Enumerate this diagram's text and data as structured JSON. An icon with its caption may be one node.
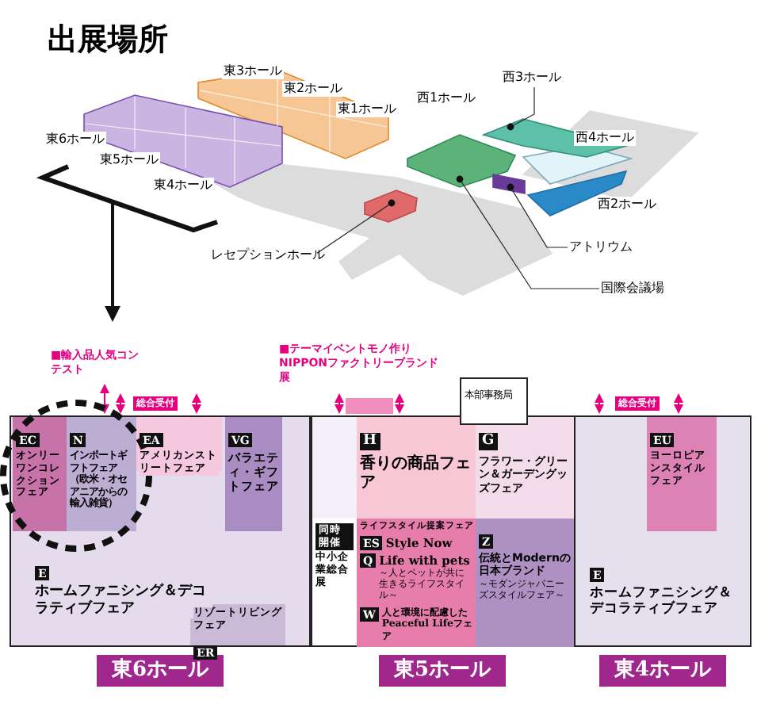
{
  "diagram": {
    "title": "出展場所",
    "nodes": [
      {
        "text": [
          "西3ホール"
        ]
      },
      {
        "text": [
          "レセプションホール"
        ]
      },
      {
        "text": [
          "アトリウム"
        ]
      },
      {
        "text": [
          "国際会議場"
        ]
      },
      {
        "text": [
          "東6ホール"
        ]
      },
      {
        "text": [
          "EC",
          "オンリーワンコレクションフェア"
        ],
        "in": 4
      },
      {
        "text": [
          "N",
          "インポートギフトフェア（欧米・オセアニアからの輸入雑貨）"
        ],
        "in": 4
      },
      {
        "text": [
          "EA",
          "アメリカンストリートフェア"
        ],
        "in": 4
      },
      {
        "text": [
          "VG",
          "バラエティ・ギフトフェア"
        ],
        "in": 4
      },
      {
        "text": [
          "E",
          "ホームファニシング＆デコラティブフェア"
        ],
        "in": 4
      },
      {
        "text": [
          "リゾートリビングフェア",
          "ER"
        ],
        "in": 4
      },
      {
        "text": [
          "東5ホール"
        ]
      },
      {
        "text": [
          "同時開催",
          "中小企業総合展"
        ],
        "in": 11
      },
      {
        "text": [
          "H",
          "香りの商品フェア"
        ],
        "in": 11
      },
      {
        "text": [
          "G",
          "フラワー・グリーン＆ガーデングッズフェア"
        ],
        "in": 11
      },
      {
        "text": [
          "ライフスタイル提案フェア"
        ],
        "in": 11
      },
      {
        "text": [
          "ES",
          "Style Now"
        ],
        "in": 15
      },
      {
        "text": [
          "Q",
          "Life with pets",
          "～人とペットが共に生きるライフスタイル～"
        ],
        "in": 15
      },
      {
        "text": [
          "W",
          "人と環境に配慮したPeaceful Lifeフェア"
        ],
        "in": 15
      },
      {
        "text": [
          "Z",
          "伝統とModernの日本ブランド",
          "～モダンジャパニーズスタイルフェア～"
        ],
        "in": 11
      },
      {
        "text": [
          "東4ホール"
        ]
      },
      {
        "text": [
          "EU",
          "ヨーロピアンスタイルフェア"
        ],
        "in": 20
      },
      {
        "text": [
          "E",
          "ホームファニシング＆デコラティブフェア"
        ],
        "in": 20
      },
      {
        "text": [
          "本部事務局"
        ]
      },
      {
        "text": [],
        "shape": "box",
        "beside": [
          "■テーマイベントモノ作りNIPPONファクトリーブランド展"
        ]
      }
    ],
    "edges": [
      {
        "from": 0,
        "to": null,
        "arrow": "other"
      },
      {
        "from": 1,
        "to": null,
        "arrow": "other"
      },
      {
        "from": 2,
        "to": null,
        "arrow": "other"
      },
      {
        "from": 3,
        "to": null,
        "arrow": "other"
      }
    ],
    "labels": [
      "東3ホール",
      "東2ホール",
      "東1ホール",
      "西1ホール",
      "東6ホール",
      "西4ホール",
      "東5ホール",
      "東4ホール",
      "西2ホール",
      "■輸入品人気コンテスト",
      "総合受付",
      "総合受付"
    ]
  }
}
